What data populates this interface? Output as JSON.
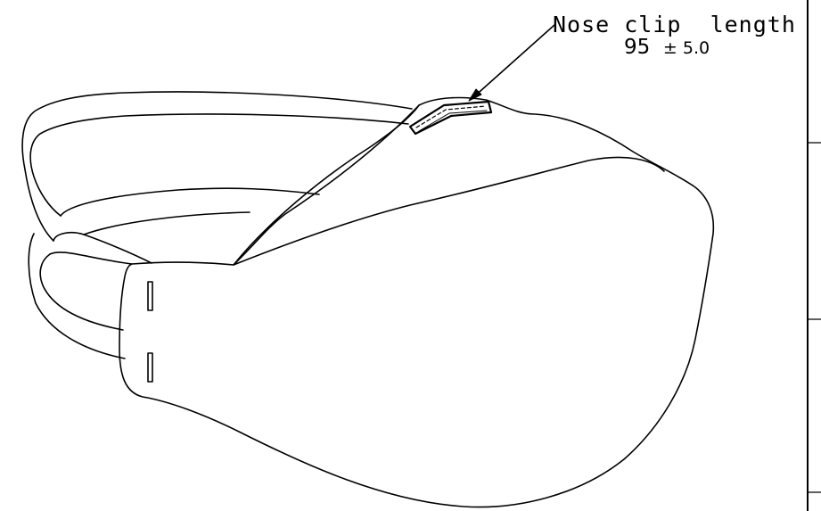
{
  "annotation": {
    "title": "Nose clip  length",
    "value": "95",
    "tolerance": "± 5.0"
  },
  "colors": {
    "line": "#000000",
    "background": "#ffffff"
  }
}
